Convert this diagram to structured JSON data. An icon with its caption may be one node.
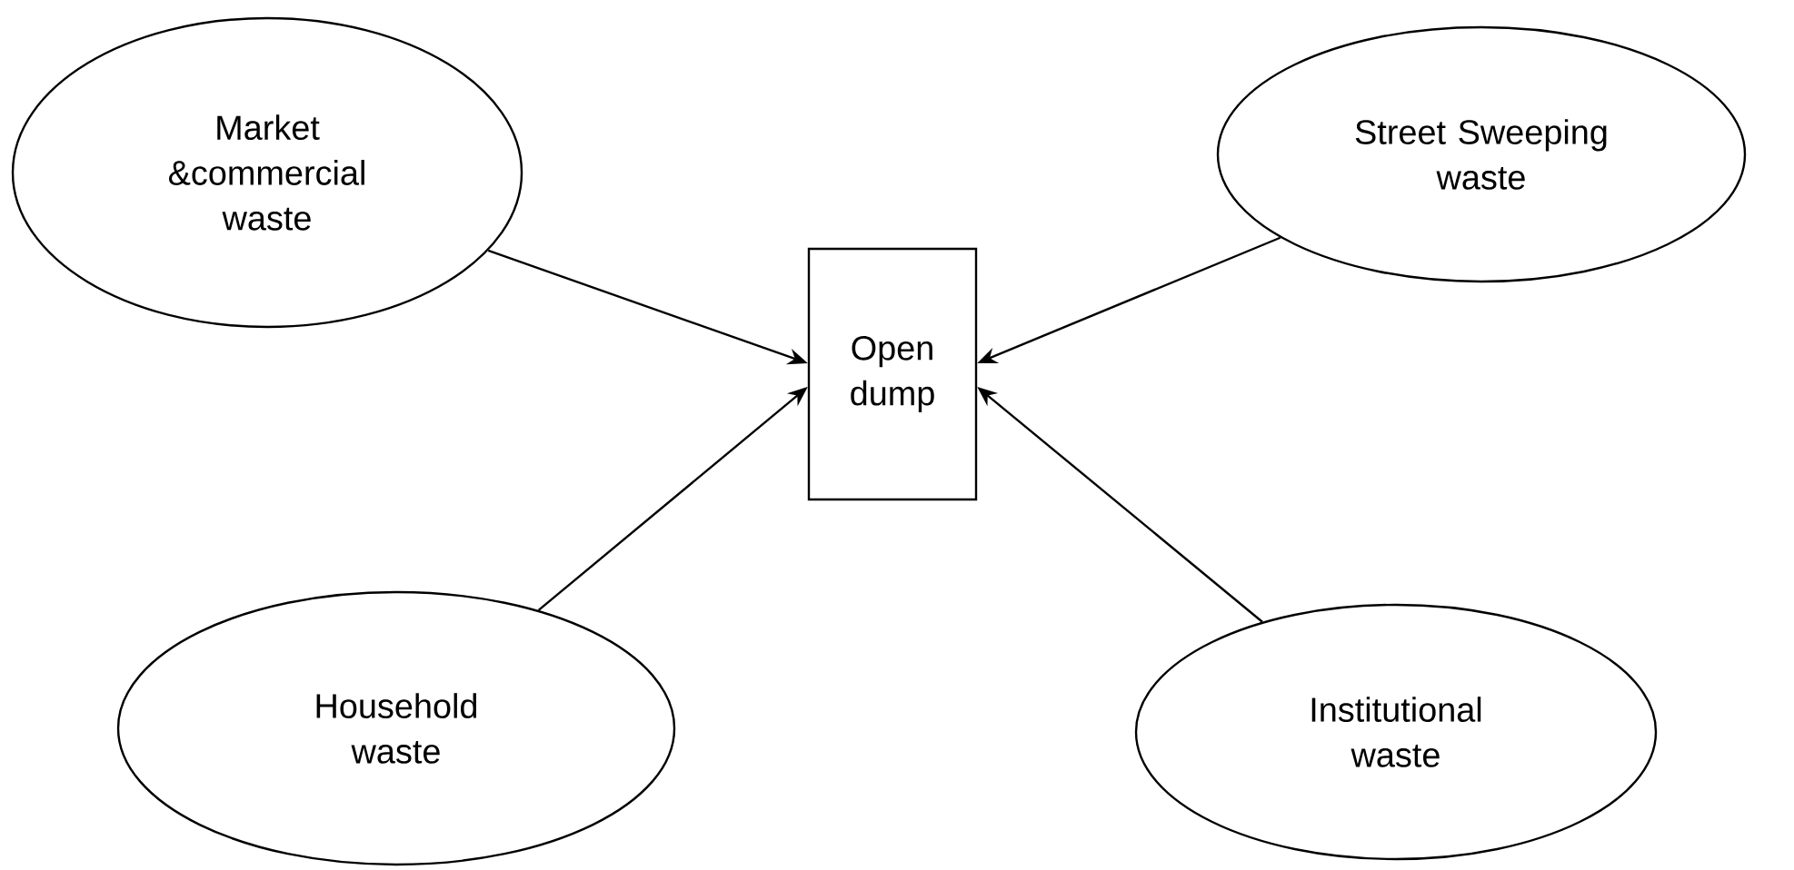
{
  "diagram": {
    "nodes": [
      {
        "text": [
          "Market &commercial waste"
        ]
      },
      {
        "text": [
          "Open dump"
        ]
      },
      {
        "text": [
          "Street Sweeping waste"
        ]
      },
      {
        "text": [
          "Household waste"
        ]
      },
      {
        "text": [
          "Institutional waste"
        ]
      }
    ],
    "edges": [
      {
        "from": 0,
        "to": 1,
        "arrow": "to"
      },
      {
        "from": 3,
        "to": 1,
        "arrow": "to"
      },
      {
        "from": 2,
        "to": 1,
        "arrow": "to"
      },
      {
        "from": 4,
        "to": 1,
        "arrow": "to"
      }
    ]
  }
}
